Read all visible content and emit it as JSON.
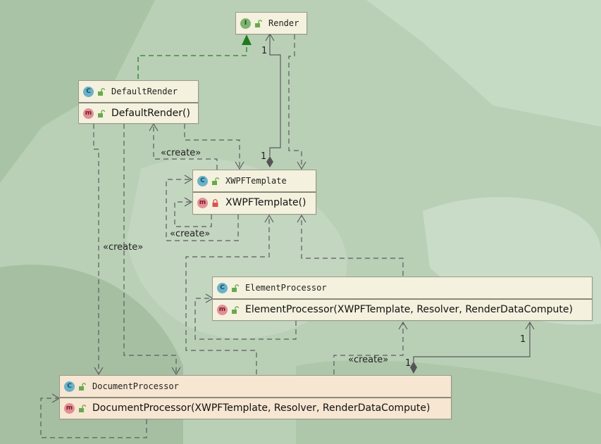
{
  "nodes": {
    "render": {
      "title": "Render",
      "kind": "interface",
      "kind_letter": "I",
      "visibility": "public"
    },
    "default_render": {
      "title": "DefaultRender",
      "kind": "class",
      "kind_letter": "C",
      "visibility": "public",
      "member": {
        "letter": "m",
        "text": "DefaultRender()",
        "visibility": "public"
      }
    },
    "xwpf_template": {
      "title": "XWPFTemplate",
      "kind": "class",
      "kind_letter": "C",
      "visibility": "public",
      "member": {
        "letter": "m",
        "text": "XWPFTemplate()",
        "visibility": "private"
      }
    },
    "element_processor": {
      "title": "ElementProcessor",
      "kind": "class",
      "kind_letter": "C",
      "visibility": "public",
      "member": {
        "letter": "m",
        "text": "ElementProcessor(XWPFTemplate, Resolver, RenderDataCompute)",
        "visibility": "public"
      }
    },
    "document_processor": {
      "title": "DocumentProcessor",
      "kind": "class",
      "kind_letter": "C",
      "visibility": "public",
      "member": {
        "letter": "m",
        "text": "DocumentProcessor(XWPFTemplate, Resolver, RenderDataCompute)",
        "visibility": "public"
      }
    }
  },
  "labels": {
    "create_default_xwpf": "«create»",
    "create_xwpf_self": "«create»",
    "create_default_doc": "«create»",
    "create_doc_elem": "«create»",
    "mult_render_top": "1",
    "mult_xwpf_diamond": "1",
    "mult_elem_right": "1",
    "mult_doc_diamond": "1"
  },
  "colors": {
    "node_fill": "#f4f1de",
    "line": "#5b5b5b",
    "implements": "#2a7a2a",
    "class_badge": "#6ab1c9",
    "interface_badge": "#7fb372",
    "method_badge": "#e48f96",
    "public_lock": "#6aa84f",
    "private_lock": "#d9534f"
  }
}
